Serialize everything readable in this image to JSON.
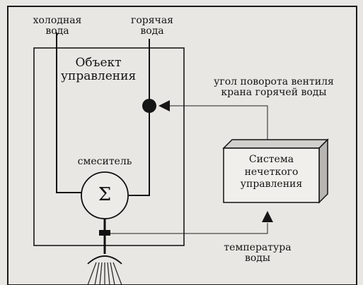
{
  "labels": {
    "cold_water": [
      "холодная",
      "вода"
    ],
    "hot_water": [
      "горячая",
      "вода"
    ],
    "control_object": [
      "Объект",
      "управления"
    ],
    "valve_angle": [
      "угол поворота вентиля",
      "крана горячей воды"
    ],
    "fuzzy_system": [
      "Система",
      "нечеткого",
      "управления"
    ],
    "mixer": "смеситель",
    "sigma": "Σ",
    "temperature": [
      "температура",
      "воды"
    ]
  }
}
